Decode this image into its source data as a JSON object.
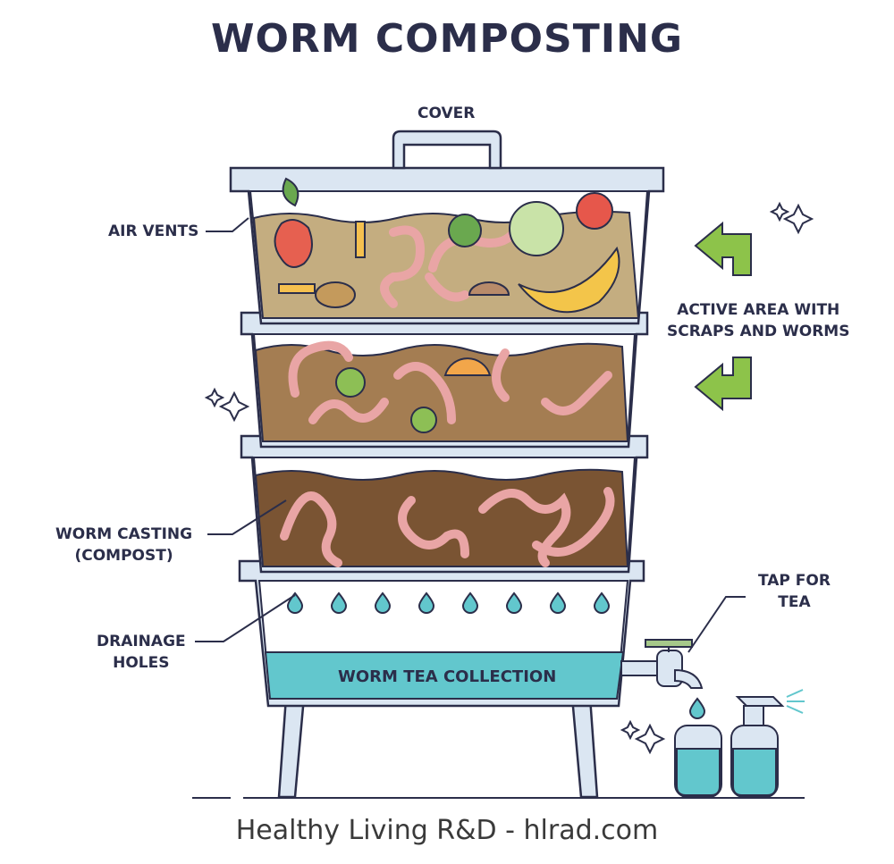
{
  "title": "WORM COMPOSTING",
  "labels": {
    "cover": "COVER",
    "air_vents": "AIR VENTS",
    "active_area_line1": "ACTIVE AREA WITH",
    "active_area_line2": "SCRAPS AND WORMS",
    "worm_casting_line1": "WORM CASTING",
    "worm_casting_line2": "(COMPOST)",
    "drainage_line1": "DRAINAGE",
    "drainage_line2": "HOLES",
    "tap_line1": "TAP FOR",
    "tap_line2": "TEA",
    "tea_collection": "WORM TEA COLLECTION"
  },
  "footer": "Healthy Living R&D - hlrad.com",
  "colors": {
    "outline": "#2b2e4a",
    "bin_frame": "#dbe6f2",
    "fresh_soil": "#c4ad80",
    "middle_soil": "#a47d52",
    "compost": "#7a5433",
    "worm": "#e9a5a5",
    "tea": "#62c7cd",
    "arrow": "#8dc34a"
  },
  "icons": [
    "sparkle-icon",
    "water-drop-icon",
    "tap-icon",
    "spray-bottle-icon",
    "curved-arrow-icon",
    "worm-icon"
  ]
}
